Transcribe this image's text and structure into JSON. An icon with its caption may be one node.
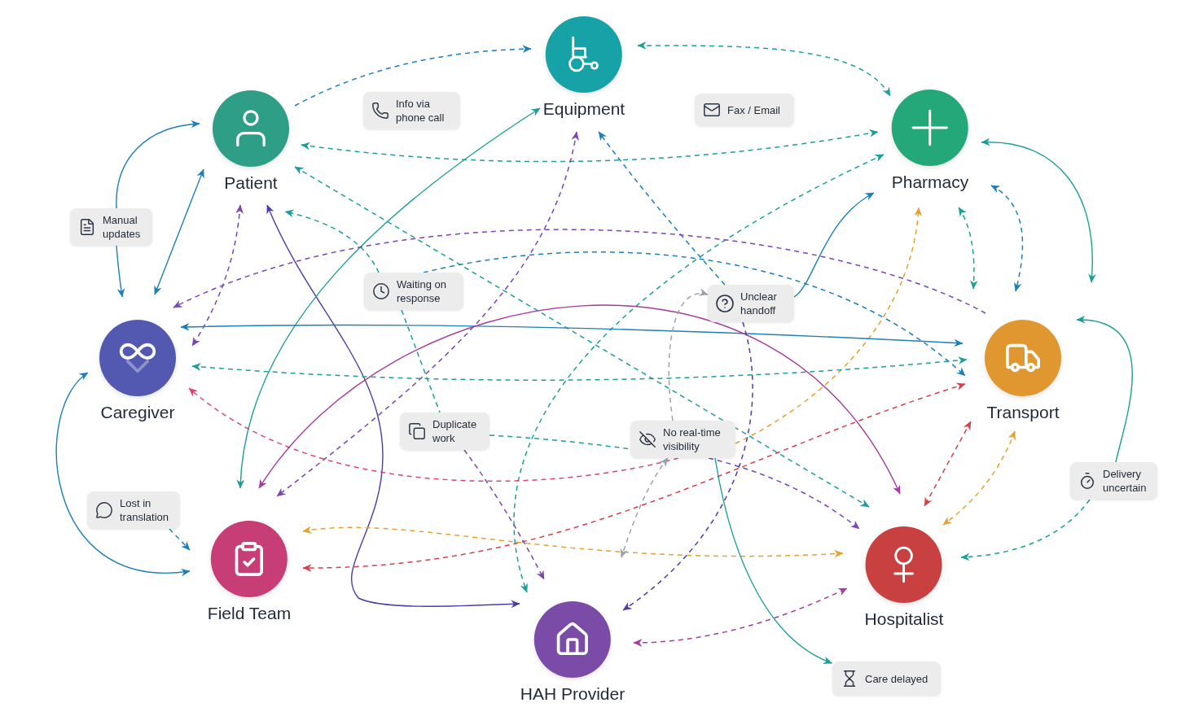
{
  "diagram": {
    "nodes": [
      {
        "text": [
          "Equipment"
        ]
      },
      {
        "text": [
          "Patient"
        ]
      },
      {
        "text": [
          "Info via phone call"
        ]
      },
      {
        "text": [
          "Fax / Email"
        ]
      },
      {
        "text": [
          "Pharmacy"
        ]
      },
      {
        "text": [
          "Manual updates"
        ]
      },
      {
        "text": [
          "Waiting on response"
        ]
      },
      {
        "text": [
          "Unclear handoff"
        ]
      },
      {
        "text": [
          "Caregiver"
        ]
      },
      {
        "text": [
          "Transport"
        ]
      },
      {
        "text": [
          "Duplicate work"
        ]
      },
      {
        "text": [
          "No real-time visibility"
        ]
      },
      {
        "text": [
          "Delivery uncertain"
        ]
      },
      {
        "text": [
          "Lost in translation"
        ]
      },
      {
        "text": [
          "Field Team"
        ]
      },
      {
        "text": [
          "Hospitalist"
        ]
      },
      {
        "text": [
          "HAH Provider"
        ]
      },
      {
        "text": [
          "Care delayed"
        ]
      }
    ],
    "edges": [
      {
        "from": 1,
        "to": 0,
        "arrow": "to",
        "style": "dashed",
        "color": "#1c7fb8"
      },
      {
        "from": 0,
        "to": 4,
        "arrow": "both",
        "style": "dashed"
      },
      {
        "from": 1,
        "to": 4,
        "arrow": "both",
        "style": "dashed"
      },
      {
        "from": 5,
        "to": 1,
        "arrow": "to",
        "color": "#1c7fb8"
      },
      {
        "from": 5,
        "to": 8,
        "arrow": "to",
        "color": "#1c7fb8"
      },
      {
        "from": 1,
        "to": 8,
        "arrow": "both",
        "color": "#1c7fb8"
      },
      {
        "from": 1,
        "to": 8,
        "arrow": "both",
        "style": "dashed",
        "color": "#7b45b3"
      },
      {
        "from": 1,
        "to": 16,
        "arrow": "both",
        "color": "#4a3da8"
      },
      {
        "from": 6,
        "to": 1,
        "arrow": "to",
        "style": "dashed"
      },
      {
        "from": 1,
        "to": 15,
        "arrow": "both",
        "style": "dashed"
      },
      {
        "from": 0,
        "to": 14,
        "arrow": "both"
      },
      {
        "from": 0,
        "to": 14,
        "arrow": "both",
        "style": "dashed",
        "color": "#7b45b3"
      },
      {
        "from": 7,
        "to": 0,
        "arrow": "to",
        "style": "dashed",
        "color": "#1c7fb8"
      },
      {
        "from": 4,
        "to": 16,
        "arrow": "both",
        "style": "dashed"
      },
      {
        "from": 7,
        "to": 4,
        "arrow": "to",
        "color": "#1c7fb8"
      },
      {
        "from": 11,
        "to": 4,
        "arrow": "to",
        "style": "dashed",
        "color": "#e3a12f"
      },
      {
        "from": 4,
        "to": 9,
        "arrow": "both",
        "style": "dashed"
      },
      {
        "from": 4,
        "to": 9,
        "arrow": "both",
        "style": "dashed",
        "color": "#1c7fb8"
      },
      {
        "from": 4,
        "to": 9,
        "arrow": "both"
      },
      {
        "from": 9,
        "to": 8,
        "arrow": "to",
        "style": "dashed",
        "color": "#7b45b3"
      },
      {
        "from": 8,
        "to": 9,
        "arrow": "both",
        "color": "#1c7fb8"
      },
      {
        "from": 8,
        "to": 9,
        "arrow": "both",
        "style": "dashed"
      },
      {
        "from": 11,
        "to": 8,
        "arrow": "to",
        "style": "dashed",
        "color": "#d8457c"
      },
      {
        "from": 9,
        "to": 14,
        "arrow": "both",
        "style": "dashed",
        "color": "#d7404a"
      },
      {
        "from": 14,
        "to": 15,
        "arrow": "both",
        "color": "#a53b9c"
      },
      {
        "from": 14,
        "to": 15,
        "arrow": "both",
        "style": "dashed",
        "color": "#e3a12f"
      },
      {
        "from": 13,
        "to": 14,
        "arrow": "to",
        "style": "dashed",
        "color": "#1c7fb8"
      },
      {
        "from": 8,
        "to": 14,
        "arrow": "both",
        "color": "#1c7fb8"
      },
      {
        "from": 10,
        "to": 16,
        "arrow": "to",
        "style": "dashed",
        "color": "#7b45b3"
      },
      {
        "from": 7,
        "to": 16,
        "arrow": "to",
        "style": "dashed",
        "color": "#4a3da8"
      },
      {
        "from": 16,
        "to": 15,
        "arrow": "both",
        "style": "dashed",
        "color": "#a53b9c"
      },
      {
        "from": 11,
        "to": 15,
        "arrow": "to",
        "style": "dashed",
        "color": "#7b45b3"
      },
      {
        "from": 9,
        "to": 15,
        "arrow": "both",
        "style": "dashed",
        "color": "#d7404a"
      },
      {
        "from": 9,
        "to": 15,
        "arrow": "both",
        "style": "dashed",
        "color": "#e3a12f"
      },
      {
        "from": 12,
        "to": 15,
        "arrow": "to",
        "style": "dashed"
      },
      {
        "from": 12,
        "to": 9,
        "arrow": "to"
      },
      {
        "from": 6,
        "to": 10,
        "arrow": "none",
        "style": "dashed"
      },
      {
        "from": 10,
        "to": 11,
        "arrow": "none",
        "style": "dashed"
      },
      {
        "from": 6,
        "to": 9,
        "arrow": "to",
        "style": "dashed",
        "color": "#1c7fb8"
      },
      {
        "from": 11,
        "to": 17,
        "arrow": "to"
      },
      {
        "from": 11,
        "to": 7,
        "arrow": "to",
        "style": "dashed",
        "color": "#9aa3ad"
      },
      {
        "from": 11,
        "to": null,
        "arrow": "both",
        "style": "dashed",
        "color": "#9aa3ad"
      }
    ]
  }
}
